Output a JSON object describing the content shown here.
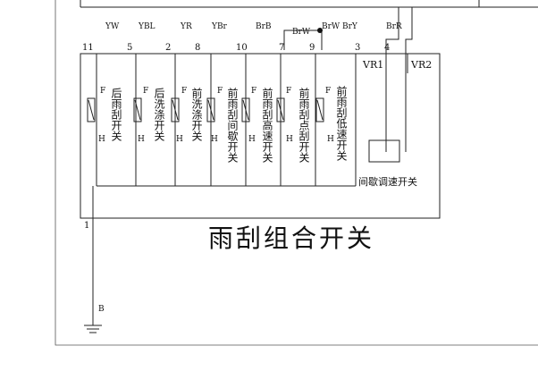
{
  "title": "雨刮组合开关",
  "wire_colors": [
    "YW",
    "YBL",
    "YR",
    "YBr",
    "BrB",
    "BrW",
    "BrY",
    "BrR"
  ],
  "junction_label": "BrW",
  "pins": [
    "11",
    "5",
    "2",
    "8",
    "10",
    "7",
    "9",
    "3",
    "4",
    "1"
  ],
  "ground_wire": "B",
  "switches": [
    {
      "name": "后雨刮开关",
      "upper": "F",
      "lower": "H"
    },
    {
      "name": "后洗涤开关",
      "upper": "F",
      "lower": "H"
    },
    {
      "name": "前洗涤开关",
      "upper": "F",
      "lower": "H"
    },
    {
      "name": "前雨刮间歇开关",
      "upper": "F",
      "lower": "H"
    },
    {
      "name": "前雨刮高速开关",
      "upper": "F",
      "lower": "H"
    },
    {
      "name": "前雨刮点刮开关",
      "upper": "F",
      "lower": "H"
    },
    {
      "name": "前雨刮低速开关",
      "upper": "F",
      "lower": "H"
    }
  ],
  "rheostat": {
    "label": "间歇调速开关",
    "terminals": [
      "VR1",
      "VR2"
    ]
  }
}
